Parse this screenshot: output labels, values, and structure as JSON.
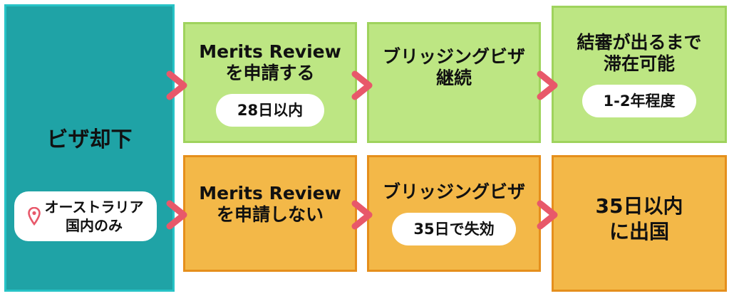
{
  "colors": {
    "teal": "#1fa3a6",
    "green": "#bde683",
    "orange": "#f3b848",
    "arrow": "#e8586a"
  },
  "start": {
    "title": "ビザ却下",
    "location_icon": "map-pin-icon",
    "location_label": "オーストラリア\n国内のみ"
  },
  "rows": [
    {
      "steps": [
        {
          "title": "Merits Review\nを申請する",
          "badge": "28日以内"
        },
        {
          "title": "ブリッジングビザ\n継続"
        },
        {
          "title": "結審が出るまで\n滞在可能",
          "badge": "1-2年程度"
        }
      ]
    },
    {
      "steps": [
        {
          "title": "Merits Review\nを申請しない"
        },
        {
          "title": "ブリッジングビザ",
          "badge": "35日で失効"
        },
        {
          "title": "35日以内\nに出国"
        }
      ]
    }
  ],
  "arrow_icon": "chevron-right-icon"
}
